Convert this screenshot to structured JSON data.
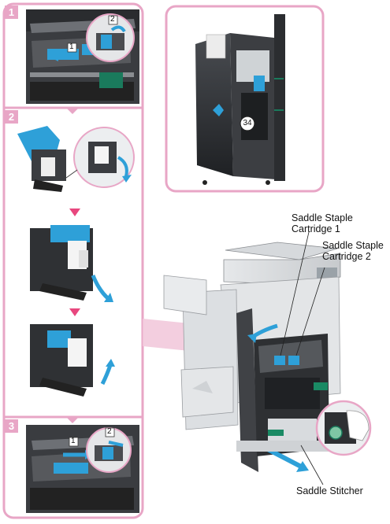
{
  "steps": [
    {
      "number": "1",
      "sub_labels": [
        "1",
        "2"
      ]
    },
    {
      "number": "2"
    },
    {
      "number": "3",
      "sub_labels": [
        "1",
        "2"
      ]
    }
  ],
  "location_badge": "34",
  "callouts": {
    "cartridge1": [
      "Saddle Staple",
      "Cartridge 1"
    ],
    "cartridge2": [
      "Saddle Staple",
      "Cartridge 2"
    ],
    "stitcher": "Saddle Stitcher"
  },
  "colors": {
    "frame_pink": "#e8a6c6",
    "accent_blue": "#2ea0d8",
    "pink_fill": "#f2c9dc"
  }
}
